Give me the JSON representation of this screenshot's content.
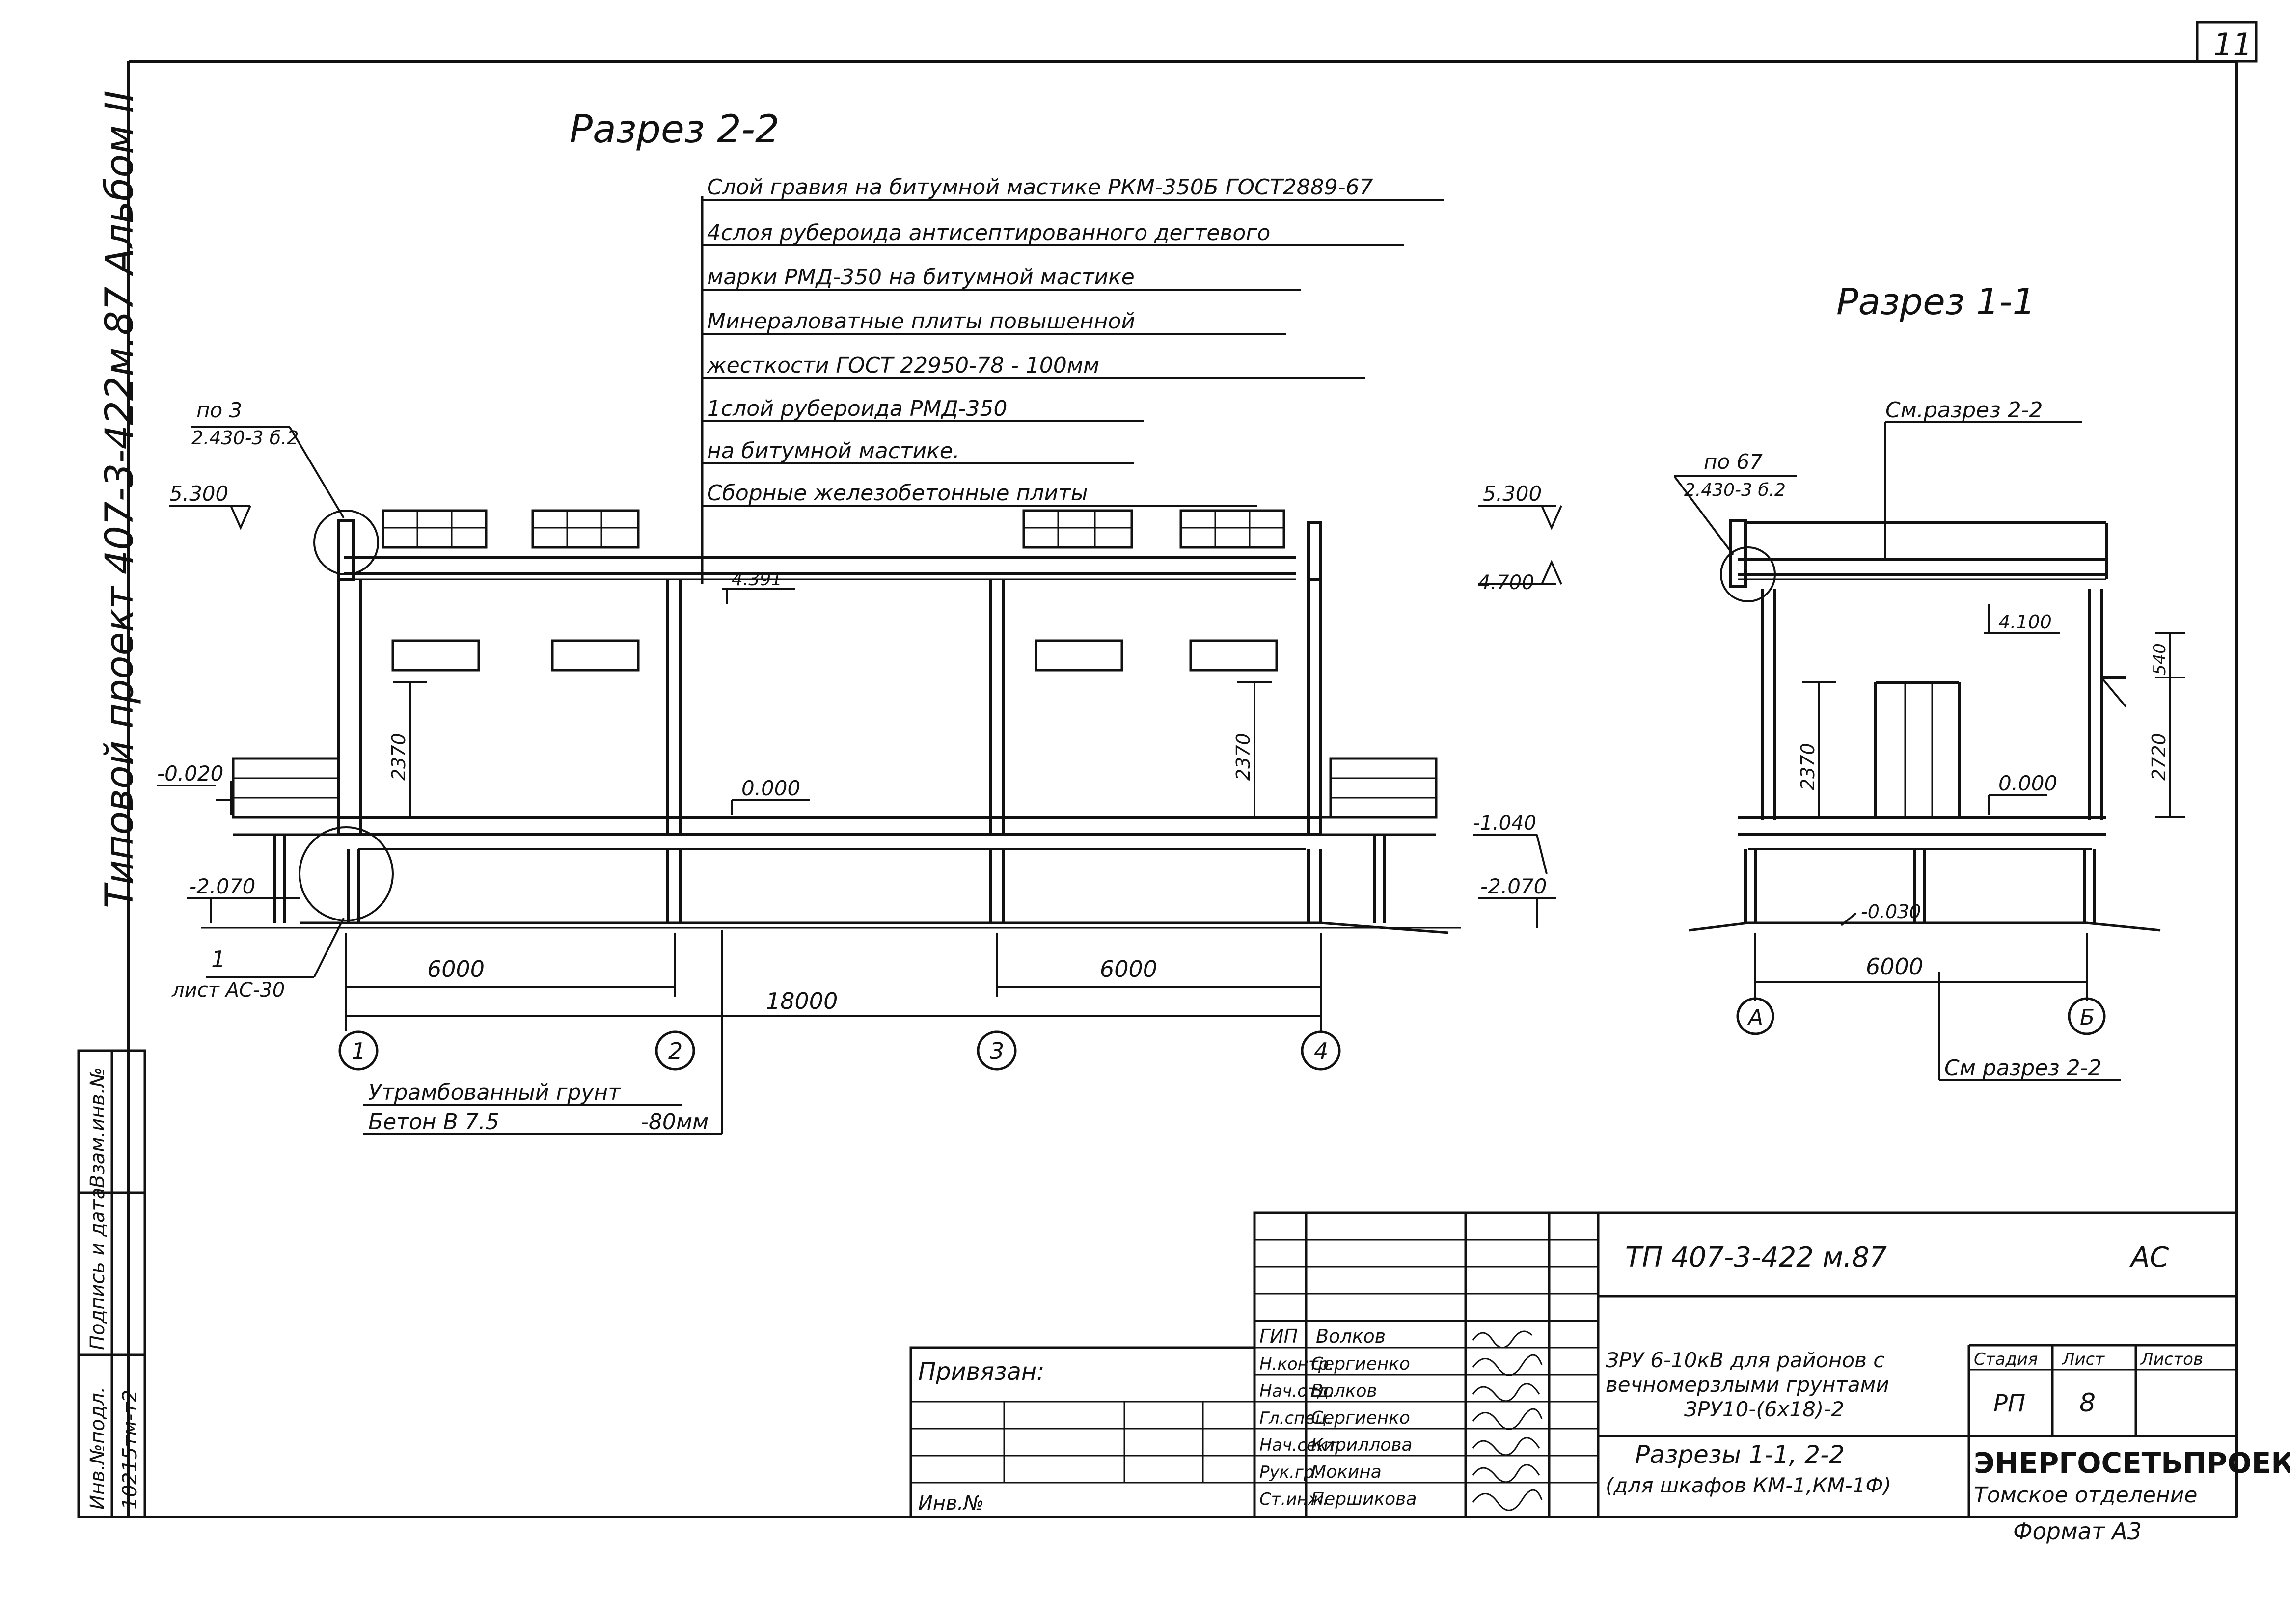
{
  "sheet_no": "11",
  "side_title": "Типовой проект 407-3-422м.87 Альбом II",
  "section22": {
    "title": "Разрез 2-2",
    "layers": [
      "Слой гравия на битумной мастике РКМ-350Б ГОСТ2889-67",
      "4слоя рубероида антисептированного дегтевого",
      "марки РМД-350 на битумной мастике",
      "Минераловатные плиты повышенной",
      "жесткости ГОСТ 22950-78 - 100мм",
      "1слой рубероида РМД-350",
      "на битумной мастике.",
      "Сборные железобетонные плиты"
    ],
    "ref_node_top": "по 3",
    "ref_node_bottom": "2.430-3 б.2",
    "elev_top": "5.300",
    "elev_minus020": "-0.020",
    "elev_minus2070": "-2.070",
    "elev_ceiling": "4.391",
    "elev_floor": "0.000",
    "dim_height_left": "2370",
    "dim_height_right": "2370",
    "dim_span_left": "6000",
    "dim_span_right": "6000",
    "dim_total": "18000",
    "axes": [
      "1",
      "2",
      "3",
      "4"
    ],
    "callout_num": "1",
    "callout_sheet": "лист АС-30",
    "base_line1": "Утрамбованный грунт",
    "base_line2": "Бетон В 7.5",
    "base_line2_val": "-80мм"
  },
  "section11": {
    "title": "Разрез 1-1",
    "see_section": "См.разрез 2-2",
    "see_section_bottom": "См разрез 2-2",
    "ref_node_top": "по 67",
    "ref_node_bottom": "2.430-3 б.2",
    "elev_top": "5.300",
    "elev_4700": "4.700",
    "elev_4100": "4.100",
    "elev_floor": "0.000",
    "elev_minus1040": "-1.040",
    "elev_minus2070": "-2.070",
    "elev_ground": "-0.030",
    "dim_height": "2370",
    "dim_540": "540",
    "dim_2720": "2720",
    "dim_span": "6000",
    "axes": [
      "А",
      "Б"
    ]
  },
  "left_stamp": {
    "inv_label": "Инв.№подл.",
    "inv_value": "10215тм-т2",
    "sign_label": "Подпись и дата",
    "swap_label": "Взам.инв.№"
  },
  "title_block": {
    "project_code": "ТП 407-3-422 м.87",
    "mark": "АС",
    "privyazan": "Привязан:",
    "inv_no": "Инв.№",
    "roles": [
      "ГИП",
      "Н.контр.",
      "Нач.отд.",
      "Гл.спец.",
      "Нач.сект.",
      "Рук.гр.",
      "Ст.инж."
    ],
    "names": [
      "Волков",
      "Сергиенко",
      "Волков",
      "Сергиенко",
      "Кириллова",
      "Мокина",
      "Першикова"
    ],
    "object_name": [
      "ЗРУ 6-10кВ для районов с",
      "вечномерзлыми грунтами",
      "ЗРУ10-(6х18)-2"
    ],
    "sheet_name": [
      "Разрезы 1-1, 2-2",
      "(для шкафов КМ-1,КМ-1Ф)"
    ],
    "stage_label": "Стадия",
    "sheet_label": "Лист",
    "sheets_label": "Листов",
    "stage_value": "РП",
    "sheet_value": "8",
    "sheets_value": "",
    "org": "ЭНЕРГОСЕТЬПРОЕКТ",
    "org_branch": "Томское отделение",
    "format": "Формат А3"
  }
}
